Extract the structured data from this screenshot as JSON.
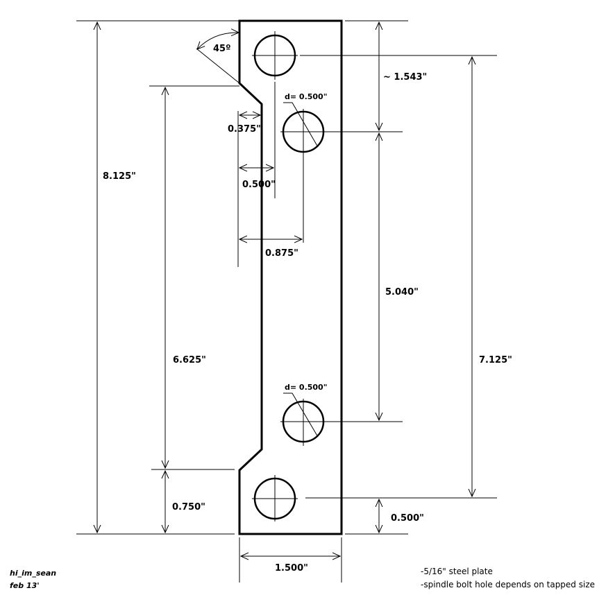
{
  "dimensions": {
    "overall_height": "8.125\"",
    "notch_span": "6.625\"",
    "bottom_offset": "0.750\"",
    "hole_span": "7.125\"",
    "top_hole_offset": "~ 1.543\"",
    "spindle_spacing": "5.040\"",
    "bottom_hole_offset": "0.500\"",
    "width": "1.500\"",
    "notch_depth": "0.375\"",
    "notch_to_slot": "0.500\"",
    "edge_to_spindle": "0.875\"",
    "chamfer_angle": "45º"
  },
  "hole_labels": {
    "upper_spindle": "d= 0.500\"",
    "lower_spindle": "d= 0.500\""
  },
  "signature": {
    "author": "hi_im_sean",
    "date": "feb 13'"
  },
  "notes": [
    "-5/16\" steel plate",
    "-spindle bolt hole depends on tapped size"
  ]
}
